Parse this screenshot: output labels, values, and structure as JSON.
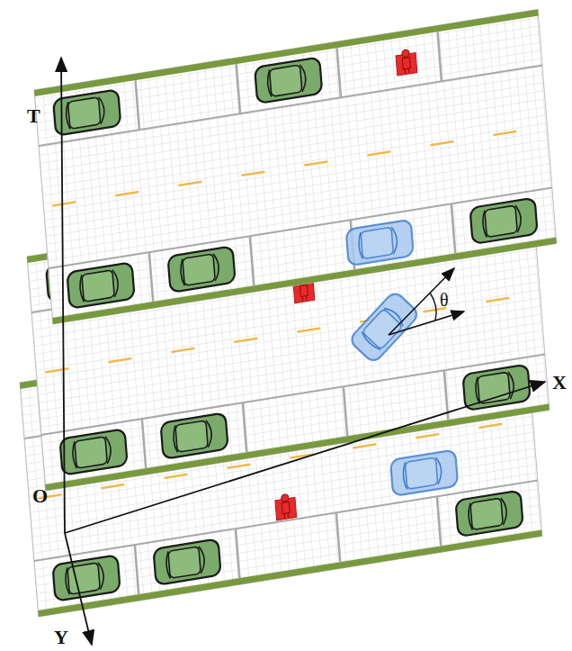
{
  "diagram": {
    "labels": [
      "T",
      "X",
      "O",
      "Y",
      "θ"
    ]
  }
}
